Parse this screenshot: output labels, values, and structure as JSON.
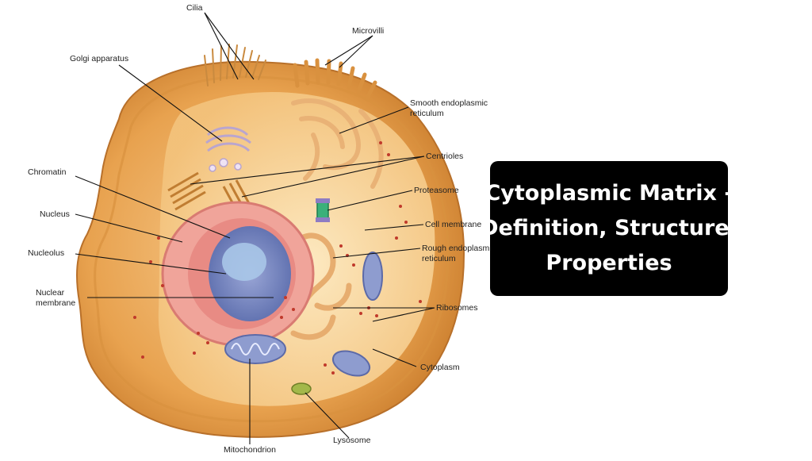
{
  "title": {
    "lines": [
      "Cytoplasmic Matrix -",
      "Definition, Structure,",
      "Properties"
    ]
  },
  "labels": {
    "cilia": "Cilia",
    "microvilli": "Microvilli",
    "golgi": "Golgi apparatus",
    "smooth_er": [
      "Smooth endoplasmic",
      "reticulum"
    ],
    "centrioles": "Centrioles",
    "chromatin": "Chromatin",
    "proteasome": "Proteasome",
    "nucleus": "Nucleus",
    "cell_membrane": "Cell membrane",
    "nucleolus": "Nucleolus",
    "rough_er": [
      "Rough endoplasmic",
      "reticulum"
    ],
    "nuclear_membrane": [
      "Nuclear",
      "membrane"
    ],
    "ribosomes": "Ribosomes",
    "cytoplasm": "Cytoplasm",
    "lysosome": "Lysosome",
    "mitochondrion": "Mitochondrion"
  },
  "colors": {
    "cell_outer": "#e8a24f",
    "cell_rim": "#c97c2c",
    "cytoplasm": "#f4c27a",
    "cytoplasm_inner": "#fbe3b0",
    "nucleus_envelope": "#e98c84",
    "nucleoplasm": "#7f8fc2",
    "nucleolus": "#a9c6e8",
    "ribosome": "#c0392b",
    "mitochondria": "#8e9ccf",
    "title_bg": "#000000",
    "title_text": "#ffffff"
  }
}
